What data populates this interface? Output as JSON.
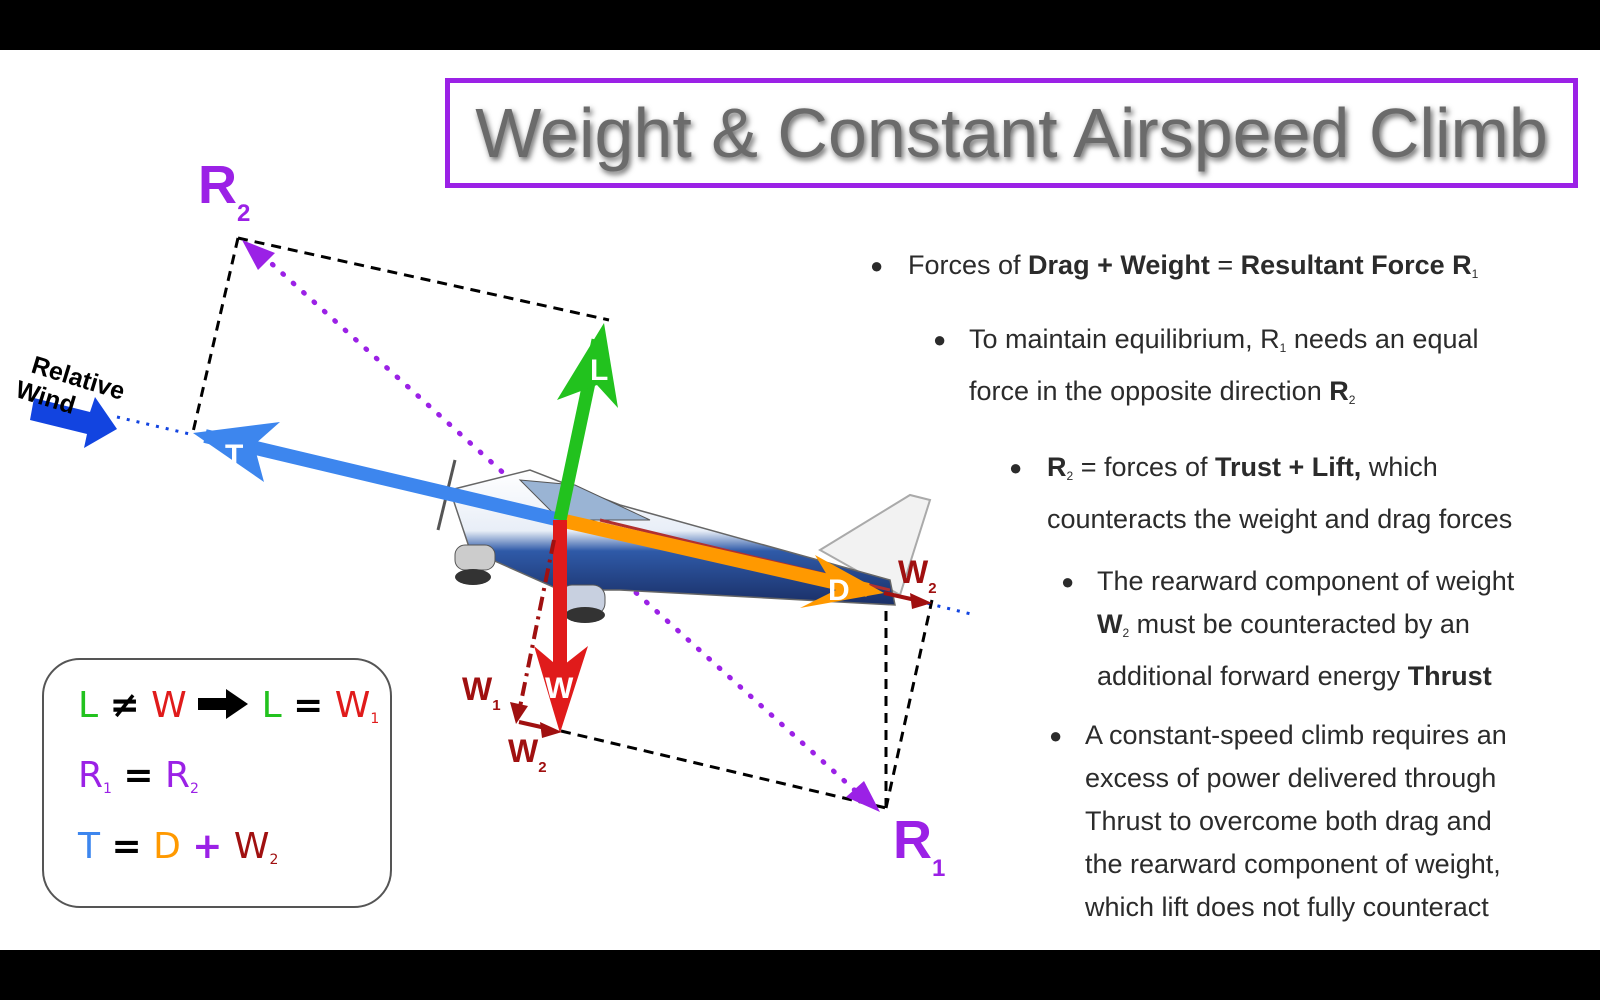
{
  "title": "Weight & Constant Airspeed Climb",
  "labels": {
    "relative_wind_1": "Relative",
    "relative_wind_2": "Wind",
    "r2": "R",
    "r2_sub": "2",
    "r1": "R",
    "r1_sub": "1",
    "T": "T",
    "L": "L",
    "D": "D",
    "W": "W",
    "w1": "W",
    "w1_sub": "1",
    "w2_lower": "W",
    "w2_lower_sub": "2",
    "w2_upper": "W",
    "w2_upper_sub": "2"
  },
  "bullets": {
    "b1": {
      "t1": "Forces of ",
      "b1": "Drag + Weight",
      "t2": " = ",
      "b2": "Resultant Force R",
      "s1": "1"
    },
    "b2": {
      "t1": "To maintain equilibrium, R",
      "s1": "1",
      "t2": " needs an equal",
      "t3": "force in the opposite direction ",
      "b1": "R",
      "s2": "2"
    },
    "b3": {
      "b1": "R",
      "s1": "2",
      "t1": " = forces of ",
      "b2": "Trust + Lift,",
      "t2": " which",
      "t3": "counteracts the weight and drag forces"
    },
    "b4": {
      "t1": "The rearward component of weight",
      "b1": "W",
      "s1": "2",
      "t2": " must be counteracted by an",
      "t3": "additional forward energy ",
      "b2": "Thrust"
    },
    "b5": {
      "l1": "A constant-speed climb requires an",
      "l2": "excess of power delivered through",
      "l3": "Thrust to overcome both drag and",
      "l4": "the rearward component of weight,",
      "l5": "which lift does not fully counteract"
    }
  },
  "legend": {
    "eq1": {
      "l": "L",
      "ne": "≠",
      "w": "W",
      "l2": "L",
      "eqs": "=",
      "w1": "W",
      "w1s": "1"
    },
    "eq2": {
      "r1": "R",
      "r1s": "1",
      "eqs": "=",
      "r2": "R",
      "r2s": "2"
    },
    "eq3": {
      "t": "T",
      "eqs": "=",
      "d": "D",
      "plus": "+",
      "w2": "W",
      "w2s": "2"
    }
  },
  "colors": {
    "title_border": "#9b21e6",
    "thrust": "#3d86ee",
    "lift": "#22c21e",
    "weight": "#e01b1b",
    "drag": "#ff9900",
    "weight_component": "#a01010",
    "resultant": "#9b21e6",
    "relative_wind": "#1244e0"
  },
  "icons": {
    "airplane": "airplane-illustration",
    "relative_wind_arrow": "arrow-right-icon",
    "implies_arrow": "arrow-right-bold-icon"
  }
}
